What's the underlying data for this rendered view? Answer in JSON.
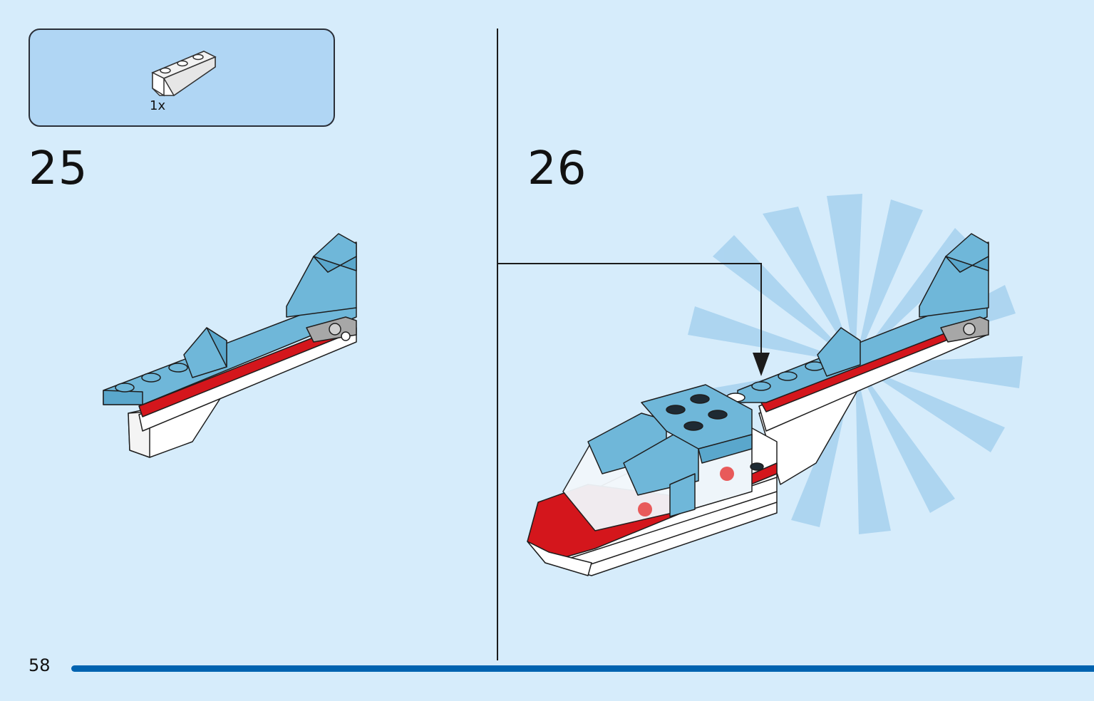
{
  "parts_list": {
    "quantity": "1x",
    "part_icon": "white-inverted-slope-brick-icon"
  },
  "steps": [
    {
      "number": "25"
    },
    {
      "number": "26"
    }
  ],
  "footer": {
    "page_number": "58",
    "progress_bar": "progress-bar"
  },
  "colors": {
    "background": "#d6ecfb",
    "parts_box": "#b0d6f4",
    "brick_blue": "#6fb7d9",
    "brick_red": "#d4161c",
    "brick_white": "#ffffff",
    "progress": "#0063b0"
  }
}
